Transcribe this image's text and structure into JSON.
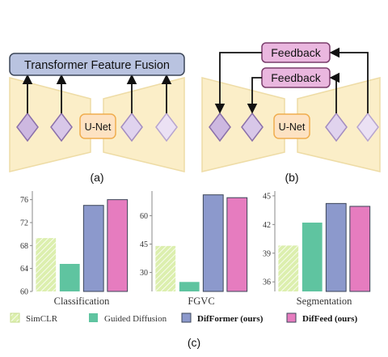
{
  "colors": {
    "trapezoid_fill": "#fbeec8",
    "trapezoid_stroke": "#eedca6",
    "unet_fill": "#fde2c2",
    "unet_stroke": "#f0ad4e",
    "fusion_fill": "#b9c3e0",
    "feedback_fill": "#eab7df",
    "feedback_stroke": "#7a3d6c",
    "diamond_dark": "#cdb8e0",
    "diamond_light": "#ebe1f4",
    "diamond_stroke": "#8b70aa",
    "simclr": "#dcefae",
    "guided": "#5fc4a0",
    "difformer": "#8c99cc",
    "diffeed": "#e67cbf"
  },
  "diagram_a": {
    "fusion_label": "Transformer Feature Fusion",
    "unet_label": "U-Net",
    "caption": "(a)"
  },
  "diagram_b": {
    "feedback_top_label": "Feedback",
    "feedback_bottom_label": "Feedback",
    "unet_label": "U-Net",
    "caption": "(b)"
  },
  "chart_data": [
    {
      "type": "bar",
      "xlabel": "Classification",
      "categories": [
        "SimCLR",
        "Guided Diffusion",
        "DifFormer (ours)",
        "DifFeed (ours)"
      ],
      "values": [
        69.3,
        64.8,
        75.0,
        76.0
      ],
      "ylim": [
        60,
        77.5
      ],
      "yticks": [
        "60",
        "64",
        "68",
        "72",
        "76"
      ],
      "grid": false
    },
    {
      "type": "bar",
      "xlabel": "FGVC",
      "categories": [
        "SimCLR",
        "Guided Diffusion",
        "DifFormer (ours)",
        "DifFeed (ours)"
      ],
      "values": [
        44.0,
        25.0,
        71.0,
        69.5
      ],
      "ylim": [
        20,
        73
      ],
      "yticks": [
        "30",
        "45",
        "60"
      ],
      "grid": false
    },
    {
      "type": "bar",
      "xlabel": "Segmentation",
      "categories": [
        "SimCLR",
        "Guided Diffusion",
        "DifFormer (ours)",
        "DifFeed (ours)"
      ],
      "values": [
        39.8,
        42.2,
        44.2,
        43.9
      ],
      "ylim": [
        35,
        45.5
      ],
      "yticks": [
        "36",
        "39",
        "42",
        "45"
      ],
      "grid": false
    }
  ],
  "legend": [
    {
      "label": "SimCLR",
      "bold": false
    },
    {
      "label": "Guided Diffusion",
      "bold": false
    },
    {
      "label": "DifFormer (ours)",
      "bold": true
    },
    {
      "label": "DifFeed (ours)",
      "bold": true
    }
  ],
  "caption_c": "(c)"
}
